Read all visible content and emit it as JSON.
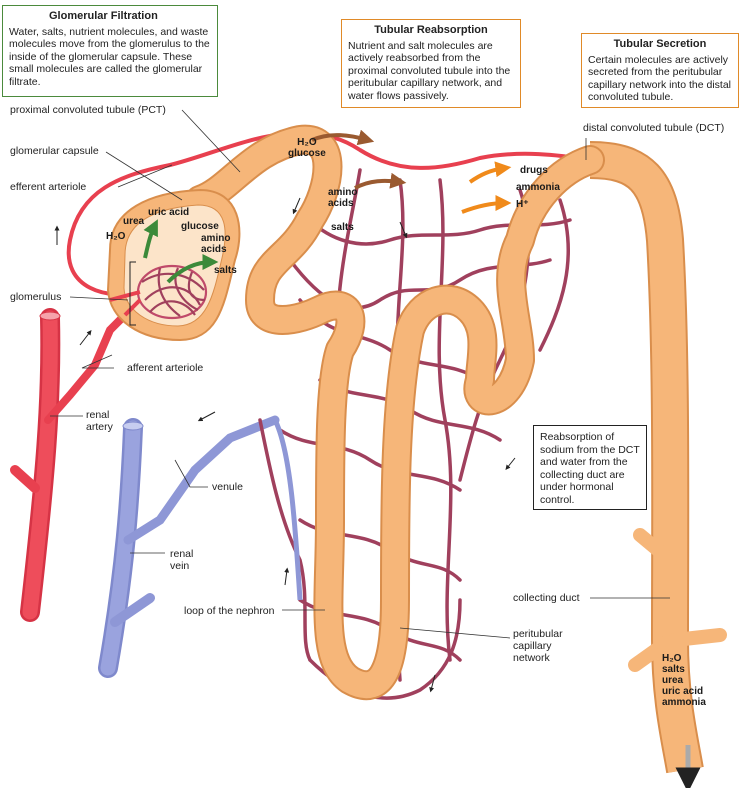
{
  "boxes": {
    "glomerular_filtration": {
      "title": "Glomerular Filtration",
      "body": "Water, salts, nutrient molecules, and waste molecules move from the glomerulus to the inside of the glomerular capsule. These small molecules are called the glomerular filtrate."
    },
    "tubular_reabsorption": {
      "title": "Tubular Reabsorption",
      "body": "Nutrient and salt molecules are actively reabsorbed from the proximal convoluted tubule into the peritubular capillary network, and water flows passively."
    },
    "tubular_secretion": {
      "title": "Tubular Secretion",
      "body": "Certain molecules are actively secreted from the peritubular capillary network into the distal convoluted tubule."
    },
    "hormonal_note": {
      "body": "Reabsorption of sodium from the DCT and water from the collecting duct are under hormonal control."
    }
  },
  "labels": {
    "pct": "proximal convoluted tubule (PCT)",
    "glomerular_capsule": "glomerular capsule",
    "efferent_arteriole": "efferent arteriole",
    "glomerulus": "glomerulus",
    "afferent_arteriole": "afferent arteriole",
    "renal_artery": "renal\nartery",
    "venule": "venule",
    "renal_vein": "renal\nvein",
    "loop_of_nephron": "loop of the nephron",
    "dct": "distal convoluted tubule (DCT)",
    "collecting_duct": "collecting duct",
    "peritubular_network": "peritubular\ncapillary\nnetwork"
  },
  "molecules": {
    "urea": "urea",
    "uric_acid": "uric acid",
    "h2o_capsule": "H₂O",
    "glucose_capsule": "glucose",
    "amino_acids_capsule": "amino\nacids",
    "salts_capsule": "salts",
    "h2o_glucose_reabs": "H₂O\nglucose",
    "amino_acids_reabs": "amino\nacids",
    "salts_reabs": "salts",
    "drugs": "drugs",
    "ammonia": "ammonia",
    "h_plus": "H⁺",
    "urine_list": "H₂O\nsalts\nurea\nuric acid\nammonia"
  },
  "colors": {
    "tubule": "#f6b679",
    "tubule_stroke": "#d98e4c",
    "artery": "#e8404f",
    "vein": "#8e97d6",
    "capillary": "#a0405d",
    "green_arrow": "#3c8a3a",
    "brown_arrow": "#9a5a30",
    "orange_arrow": "#f08a1a",
    "green_border": "#4b8a3c",
    "orange_border": "#e08a28"
  }
}
